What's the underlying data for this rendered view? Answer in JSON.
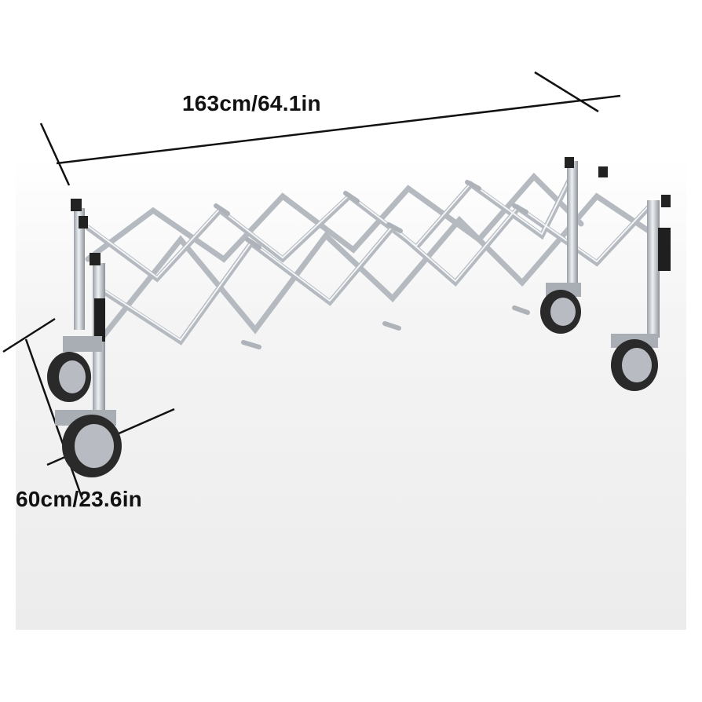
{
  "image": {
    "subject": "folding-scissor-trolley",
    "background_color": "#ffffff",
    "backdrop_color": "#ececec",
    "frame_color": "#c9ccd1",
    "frame_highlight": "#f2f4f6",
    "wheel_color": "#2a2a2a",
    "hub_color": "#b8bcc2"
  },
  "dimensions": {
    "length_label": "163cm/64.1in",
    "width_label": "60cm/23.6in"
  }
}
